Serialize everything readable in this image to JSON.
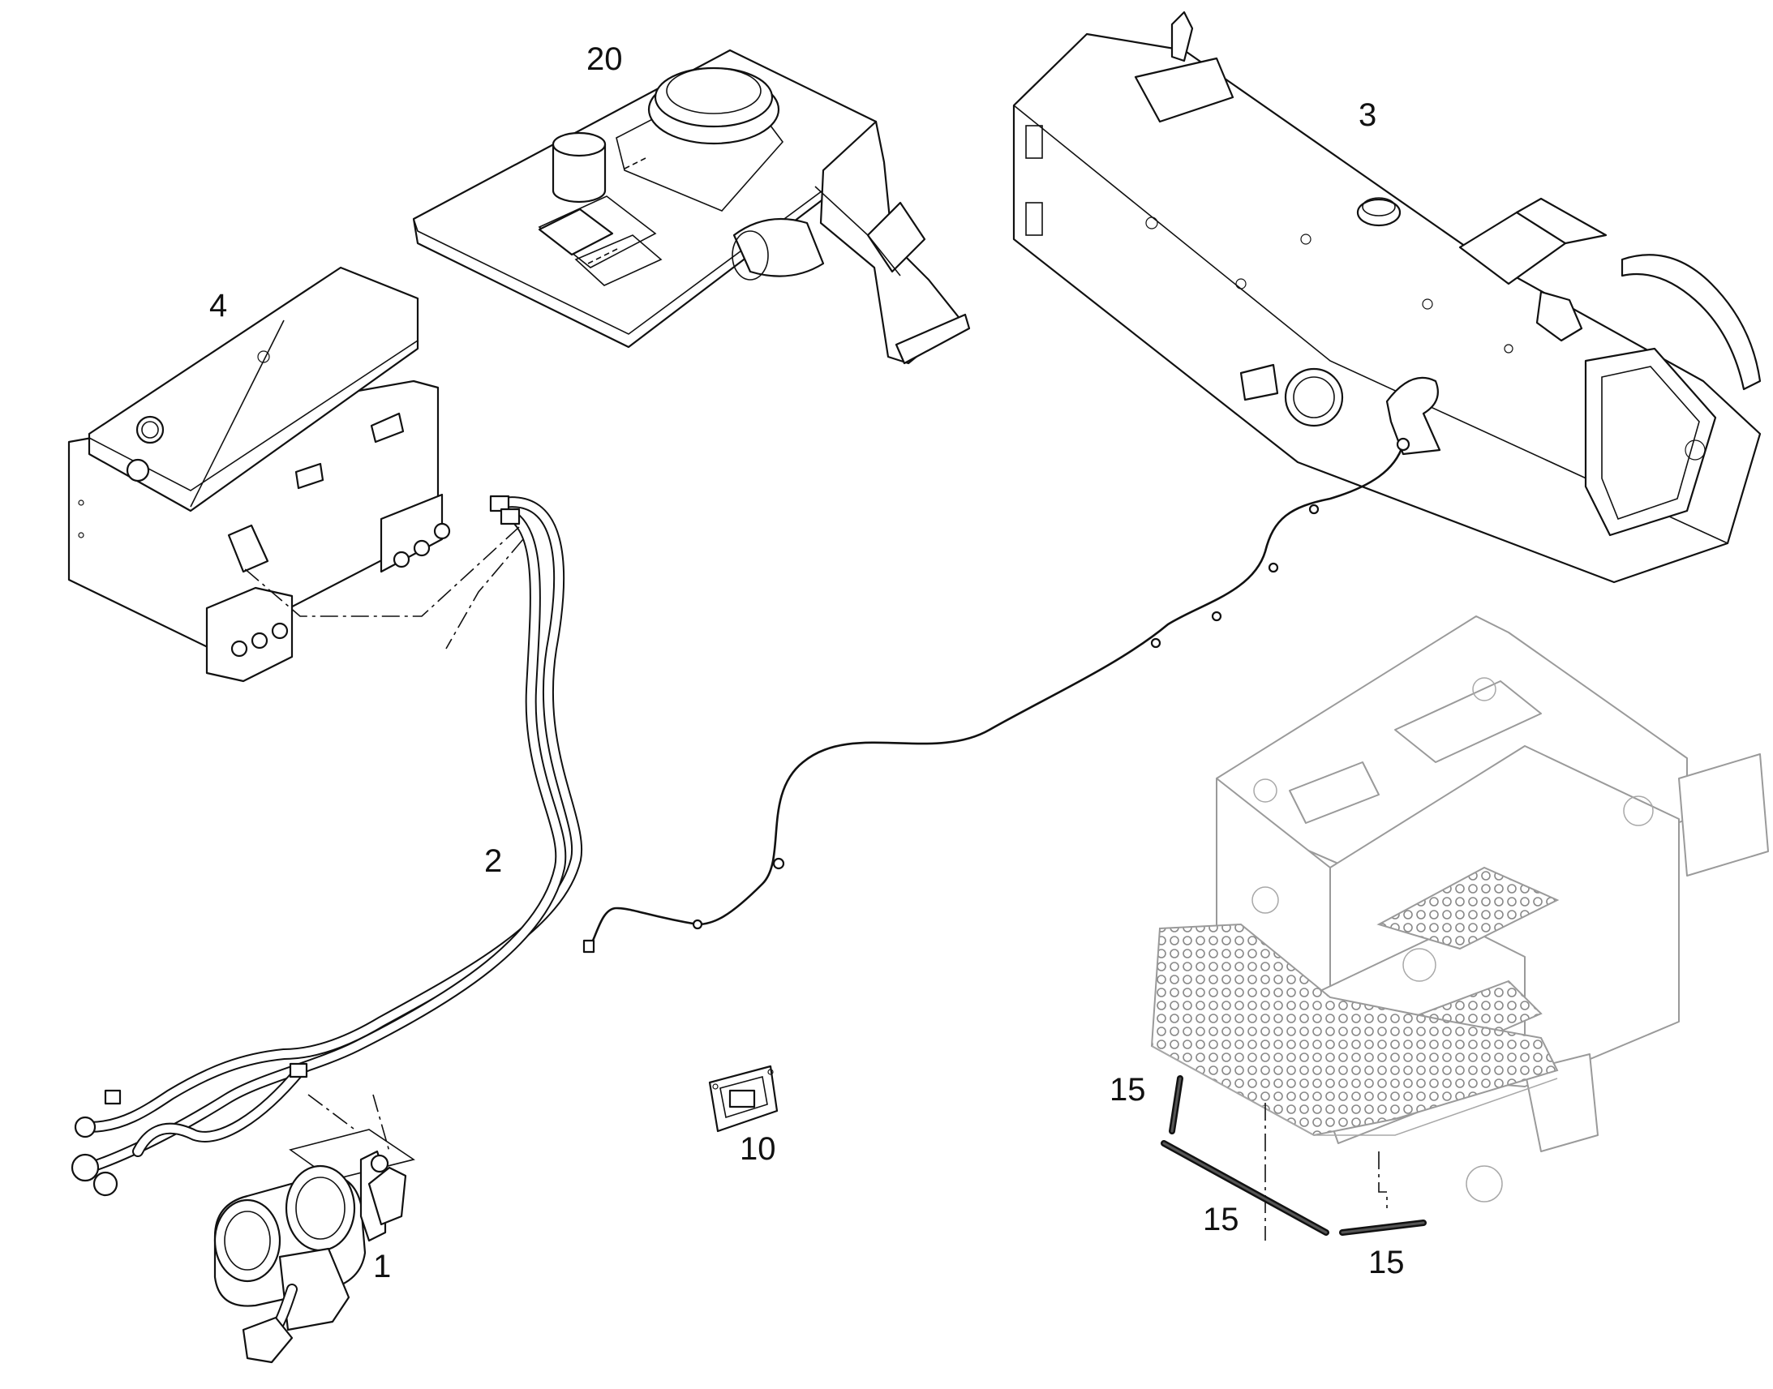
{
  "callouts": {
    "cabin_heater_unit": "1",
    "hose_assembly": "2",
    "cabin_wall_panel": "3",
    "heater_box": "4",
    "switch_panel": "10",
    "seal_strip_left": "15",
    "seal_strip_middle": "15",
    "seal_strip_right": "15",
    "floor_plate": "20"
  }
}
